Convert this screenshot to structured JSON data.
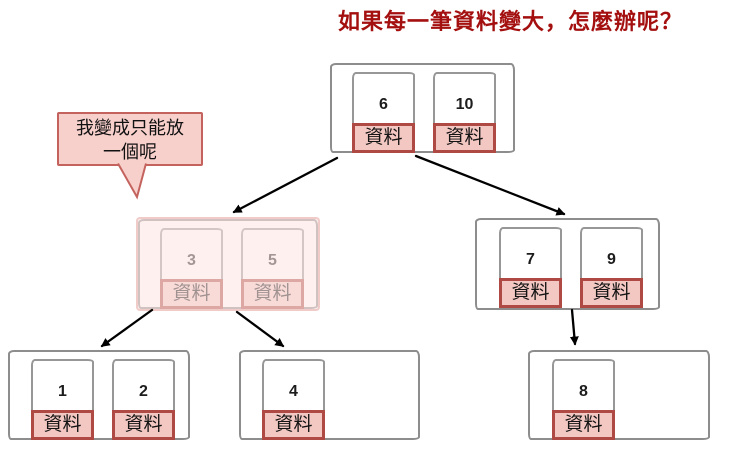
{
  "title": {
    "text": "如果每一筆資料變大，怎麼辦呢？"
  },
  "speech_bubble": {
    "line1": "我變成只能放",
    "line2": "一個呢"
  },
  "labels": {
    "data_label": "資料"
  },
  "nodes": {
    "root": {
      "keys": [
        "6",
        "10"
      ],
      "highlighted": false
    },
    "mid_left": {
      "keys": [
        "3",
        "5"
      ],
      "highlighted": true
    },
    "mid_right": {
      "keys": [
        "7",
        "9"
      ],
      "highlighted": false
    },
    "bottom_left": {
      "keys": [
        "1",
        "2"
      ],
      "highlighted": false
    },
    "bottom_mid": {
      "keys": [
        "4"
      ],
      "highlighted": false
    },
    "bottom_right": {
      "keys": [
        "8"
      ],
      "highlighted": false
    }
  },
  "colors": {
    "title_red": "#a40f0f",
    "sketch_gray": "#8d8d8d",
    "data_box_fill": "#f3c7c2",
    "data_box_border": "#ae4a43",
    "bubble_fill": "#f7cfcb",
    "bubble_border": "#c4635e",
    "highlight_wash": "#fbe6e4",
    "arrow_color": "#000000"
  }
}
